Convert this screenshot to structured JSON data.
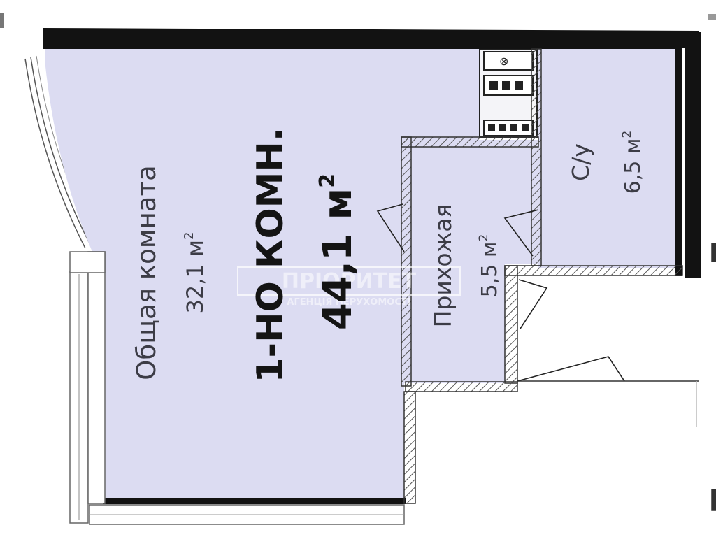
{
  "rooms": {
    "living": {
      "name": "Общая комната",
      "area": "32,1 м",
      "sup": "2"
    },
    "hall": {
      "name": "Прихожая",
      "area": "5,5 м",
      "sup": "2"
    },
    "bath": {
      "name": "С/у",
      "area": "6,5 м",
      "sup": "2"
    }
  },
  "apartment": {
    "type": "1-НО КОМН.",
    "area": "44,1 м",
    "sup": "2"
  },
  "watermark": {
    "name": "ПРІОРИТЕТ",
    "tagline": "АГЕНЦІЯ НЕРУХОМОСТІ"
  },
  "colors": {
    "room_fill": "#dcdcf2",
    "wall": "#121212",
    "label": "#3c3c46",
    "background": "#ffffff"
  }
}
